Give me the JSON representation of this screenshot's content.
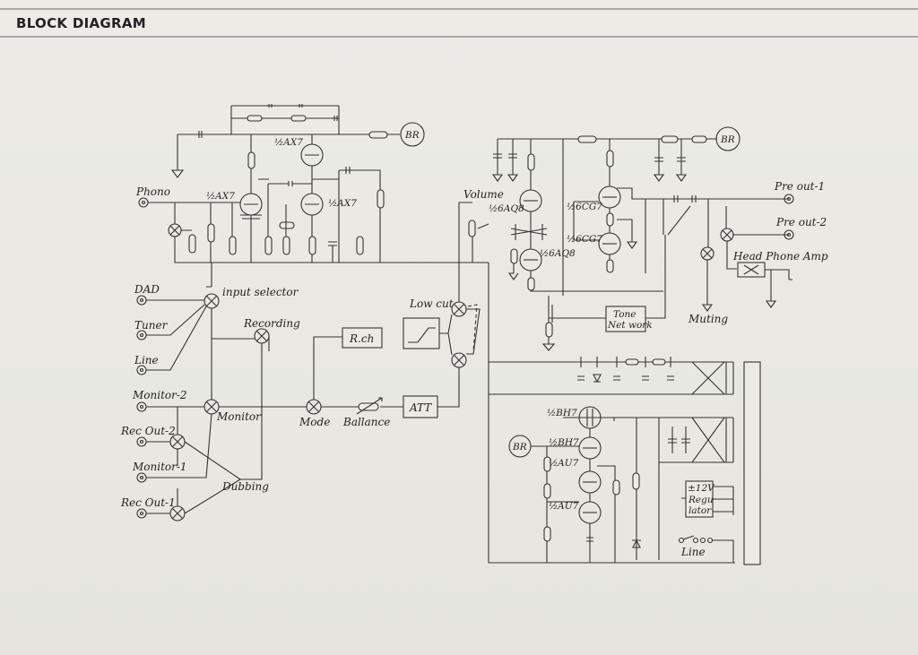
{
  "page": {
    "title": "BLOCK DIAGRAM"
  },
  "labels": {
    "phono": "Phono",
    "v1": "½AX7",
    "v2": "½AX7",
    "v3": "½AX7",
    "br_top": "BR",
    "br_right": "BR",
    "br_lower": "BR",
    "volume": "Volume",
    "v_6aq8a": "½6AQ8",
    "v_6aq8b": "½6AQ8",
    "v_6cg7a": "½6CG7",
    "v_6cg7b": "½6CG7",
    "pre_out_1": "Pre out-1",
    "pre_out_2": "Pre out-2",
    "head_phone_amp": "Head Phone Amp",
    "muting": "Muting",
    "tone_network_1": "Tone",
    "tone_network_2": "Net work",
    "dad": "DAD",
    "tuner": "Tuner",
    "line_in": "Line",
    "input_selector": "input selector",
    "recording": "Recording",
    "low_cut": "Low cut",
    "rch": "R.ch",
    "monitor_2": "Monitor-2",
    "monitor": "Monitor",
    "mode": "Mode",
    "ballance": "Ballance",
    "att": "ATT",
    "rec_out_2": "Rec Out-2",
    "monitor_1": "Monitor-1",
    "dubbing": "Dubbing",
    "rec_out_1": "Rec Out-1",
    "v_bh7a": "½BH7",
    "v_bh7b": "½BH7",
    "v_au7a": "½AU7",
    "v_au7b": "½AU7",
    "reg_1": "±12V",
    "reg_2": "Regu",
    "reg_3": "lator",
    "line_power": "Line"
  }
}
